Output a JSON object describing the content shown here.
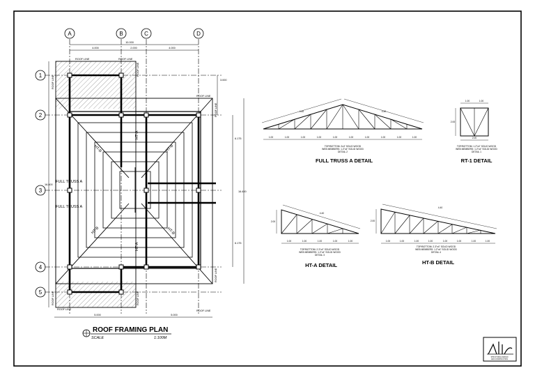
{
  "plan": {
    "title": "ROOF FRAMING PLAN",
    "scale_label": "SCALE",
    "scale_value": "1:100M",
    "grid_letters": [
      "A",
      "B",
      "C",
      "D"
    ],
    "grid_numbers": [
      "1",
      "2",
      "3",
      "4",
      "5"
    ],
    "roof_line": "ROOF LINE",
    "dim_total_top": "10.000",
    "dim_top_segments": [
      "4.000",
      "2.000",
      "4.000"
    ],
    "dim_bottom_segments": [
      "5.000",
      "5.000"
    ],
    "dim_right_1_2": "3.000",
    "dim_right_2_3": "6.175",
    "dim_right_3_4": "6.175",
    "dim_right_total": "16.400",
    "dim_left_total": "16.400",
    "label_full_truss_a": "FULL TRUSS A",
    "label_ht_a": "HT-A",
    "label_ht_b": "HT-B"
  },
  "details": {
    "full_truss_a": {
      "title": "FULL TRUSS A DETAIL",
      "top_dims": [
        "4.40",
        "4.40"
      ],
      "bottom_dims": [
        "1.00",
        "1.00",
        "1.00",
        "1.00",
        "1.00",
        "1.00",
        "1.00",
        "1.00",
        "1.00",
        "1.00"
      ],
      "notes": [
        "TOP/BOTTOM: 2x4\" SOLID WOOD",
        "WEB MEMBERS: 1.2\"x4\" SOLID WOOD",
        "DETAIL 2"
      ]
    },
    "rt1": {
      "title": "RT-1 DETAIL",
      "top_dims": [
        "1.00",
        "1.00"
      ],
      "side_dim": "2.00",
      "bottom_dim": "2.00",
      "notes": [
        "TOP/BOTTOM: 1.2\"x4\" SOLID WOOD",
        "WEB MEMBERS: 1.2\"x4\" SOLID WOOD",
        "DETAIL 1"
      ]
    },
    "ht_a": {
      "title": "HT-A DETAIL",
      "slope_dim": "4.40",
      "side_dim": "2.00",
      "bottom_dims": [
        "1.00",
        "1.00",
        "1.00",
        "1.00",
        "1.00"
      ],
      "notes": [
        "TOP/BOTTOM: 2.3\"x4\" SOLID WOOD",
        "WEB MEMBERS: 1.2\"x4\" SOLID WOOD",
        "DETAIL 3"
      ]
    },
    "ht_b": {
      "title": "HT-B DETAIL",
      "slope_dim": "4.40",
      "side_dim": "2.00",
      "bottom_dims": [
        "1.00",
        "1.00",
        "1.00",
        "1.00",
        "1.00",
        "1.00",
        "1.00",
        "1.00"
      ],
      "notes": [
        "TOP/BOTTOM: 2.3\"x4\" SOLID WOOD",
        "WEB MEMBERS: 1.2\"x4\" SOLID WOOD",
        "DETAIL 4"
      ]
    }
  },
  "title_block": {
    "text_line_1": "STRUCTURAL DESIGN",
    "text_line_2": "AND CONSTRUCTION"
  }
}
